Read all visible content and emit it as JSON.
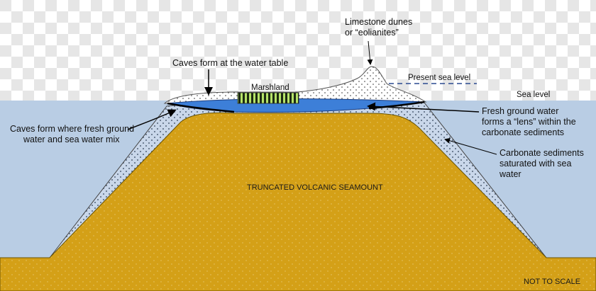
{
  "labels": {
    "limestone_dunes": [
      "Limestone dunes",
      "or “eolianites”"
    ],
    "present_sea_level": "Present sea level",
    "sea_level": "Sea level",
    "caves_water_table": "Caves form at the water table",
    "marshland": "Marshland",
    "caves_mix": [
      "Caves form where fresh ground",
      "water and sea water mix"
    ],
    "fresh_lens": [
      "Fresh ground water",
      "forms a “lens” within the",
      "carbonate sediments"
    ],
    "carbonate_saturated": [
      "Carbonate sediments",
      "saturated with sea",
      "water"
    ],
    "seamount": "TRUNCATED VOLCANIC SEAMOUNT",
    "not_to_scale": "NOT TO SCALE"
  },
  "colors": {
    "sea": "#b9cde4",
    "seamount": "#d4a017",
    "fresh_lens": "#3d7fd8",
    "sediment": "#c9d7ea",
    "dune": "#ffffff",
    "marsh_green": "#b6e36a",
    "marsh_dark": "#1d2a12"
  }
}
